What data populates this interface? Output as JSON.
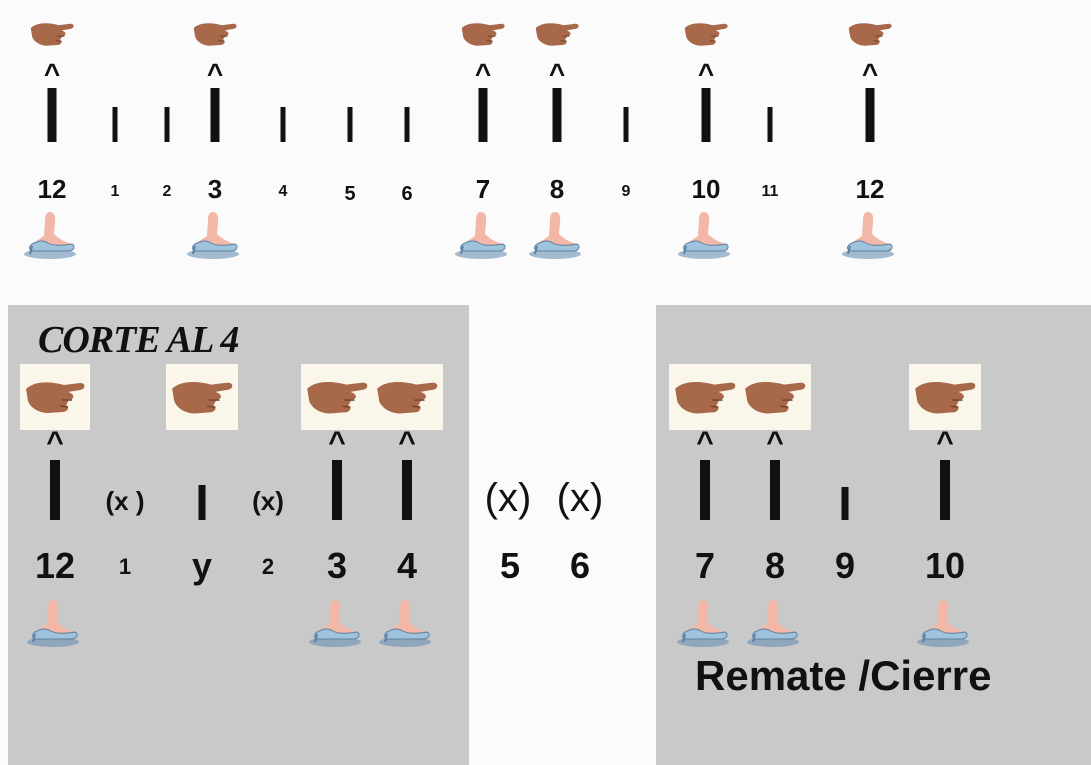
{
  "top_row": {
    "beats": [
      {
        "label": "12",
        "strong": true,
        "hand": true,
        "shoe": true
      },
      {
        "label": "1",
        "strong": false,
        "hand": false,
        "shoe": false
      },
      {
        "label": "2",
        "strong": false,
        "hand": false,
        "shoe": false
      },
      {
        "label": "3",
        "strong": true,
        "hand": true,
        "shoe": true
      },
      {
        "label": "4",
        "strong": false,
        "hand": false,
        "shoe": false
      },
      {
        "label": "5",
        "strong": false,
        "hand": false,
        "shoe": false
      },
      {
        "label": "6",
        "strong": false,
        "hand": false,
        "shoe": false
      },
      {
        "label": "7",
        "strong": true,
        "hand": true,
        "shoe": true
      },
      {
        "label": "8",
        "strong": true,
        "hand": true,
        "shoe": true
      },
      {
        "label": "9",
        "strong": false,
        "hand": false,
        "shoe": false
      },
      {
        "label": "10",
        "strong": true,
        "hand": true,
        "shoe": true
      },
      {
        "label": "11",
        "strong": false,
        "hand": false,
        "shoe": false
      },
      {
        "label": "12",
        "strong": true,
        "hand": true,
        "shoe": true
      }
    ]
  },
  "left_panel": {
    "title": "CORTE AL 4",
    "beats": [
      {
        "label": "12",
        "mark": "strong",
        "hand": true,
        "shoe": true
      },
      {
        "label": "1",
        "mark": "x",
        "x_label": "(x )",
        "hand": false,
        "shoe": false
      },
      {
        "label": "y",
        "mark": "bar",
        "hand": true,
        "shoe": false
      },
      {
        "label": "2",
        "mark": "x",
        "x_label": "(x)",
        "hand": false,
        "shoe": false
      },
      {
        "label": "3",
        "mark": "strong",
        "hand": true,
        "shoe": true
      },
      {
        "label": "4",
        "mark": "strong",
        "hand": true,
        "shoe": true
      }
    ]
  },
  "middle": {
    "x_marks": [
      "(x)",
      "(x)"
    ],
    "beats": [
      "5",
      "6"
    ]
  },
  "right_panel": {
    "caption": "Remate /Cierre",
    "beats": [
      {
        "label": "7",
        "mark": "strong",
        "hand": true,
        "shoe": true
      },
      {
        "label": "8",
        "mark": "strong",
        "hand": true,
        "shoe": true
      },
      {
        "label": "9",
        "mark": "bar",
        "hand": false,
        "shoe": false
      },
      {
        "label": "10",
        "mark": "strong",
        "hand": true,
        "shoe": true
      }
    ]
  },
  "accent_glyph": "^",
  "colors": {
    "panel": "#c9c9c9",
    "background": "#fbfbfb",
    "hand_bg": "#fbf6ea",
    "skin": "#a8684a",
    "shoe_blue": "#9fc3dd",
    "sock_pink": "#f2b7a6"
  }
}
